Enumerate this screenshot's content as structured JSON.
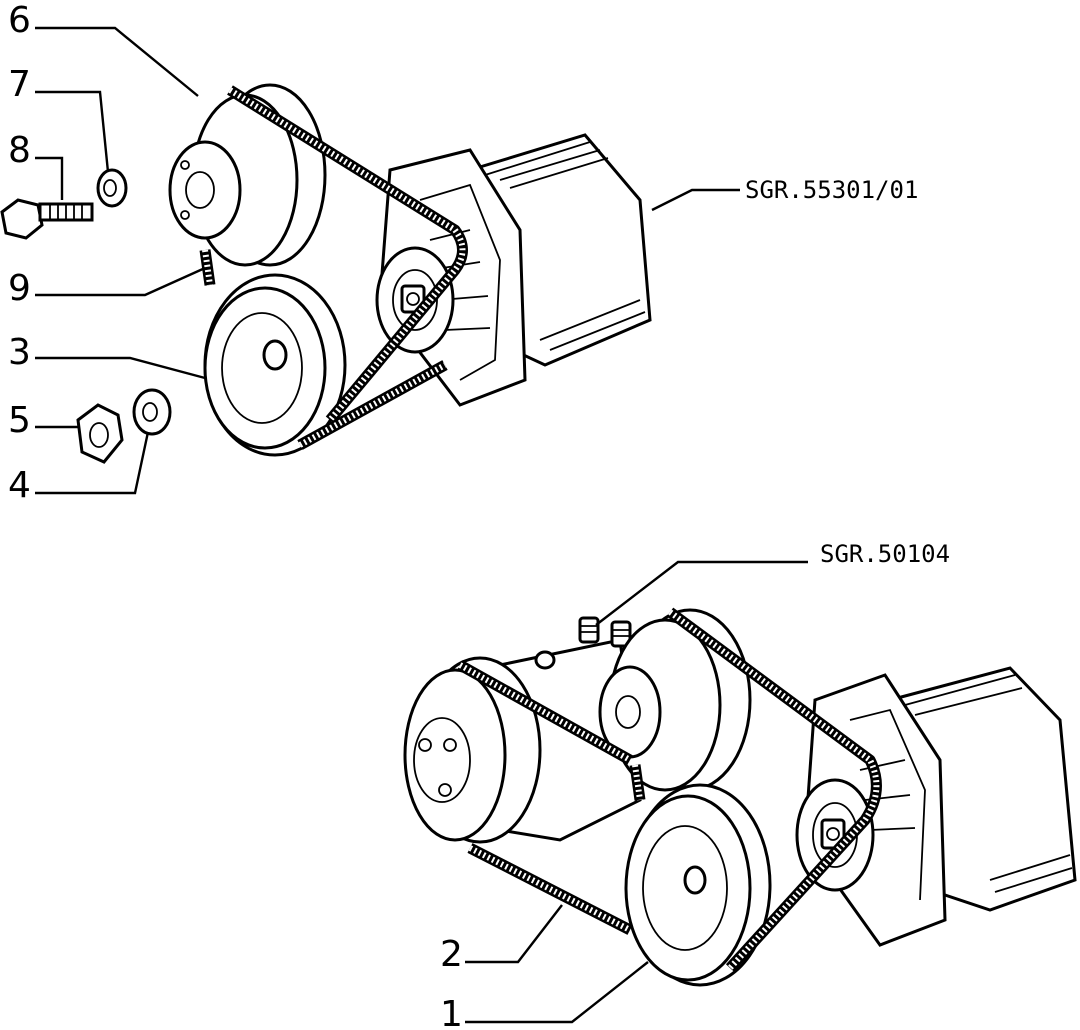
{
  "top_assembly": {
    "reference": "SGR.55301/01",
    "callouts": [
      {
        "id": "6",
        "label": "6"
      },
      {
        "id": "7",
        "label": "7"
      },
      {
        "id": "8",
        "label": "8"
      },
      {
        "id": "9",
        "label": "9"
      },
      {
        "id": "3",
        "label": "3"
      },
      {
        "id": "5",
        "label": "5"
      },
      {
        "id": "4",
        "label": "4"
      }
    ]
  },
  "bottom_assembly": {
    "reference": "SGR.50104",
    "callouts": [
      {
        "id": "2",
        "label": "2"
      },
      {
        "id": "1",
        "label": "1"
      }
    ]
  }
}
